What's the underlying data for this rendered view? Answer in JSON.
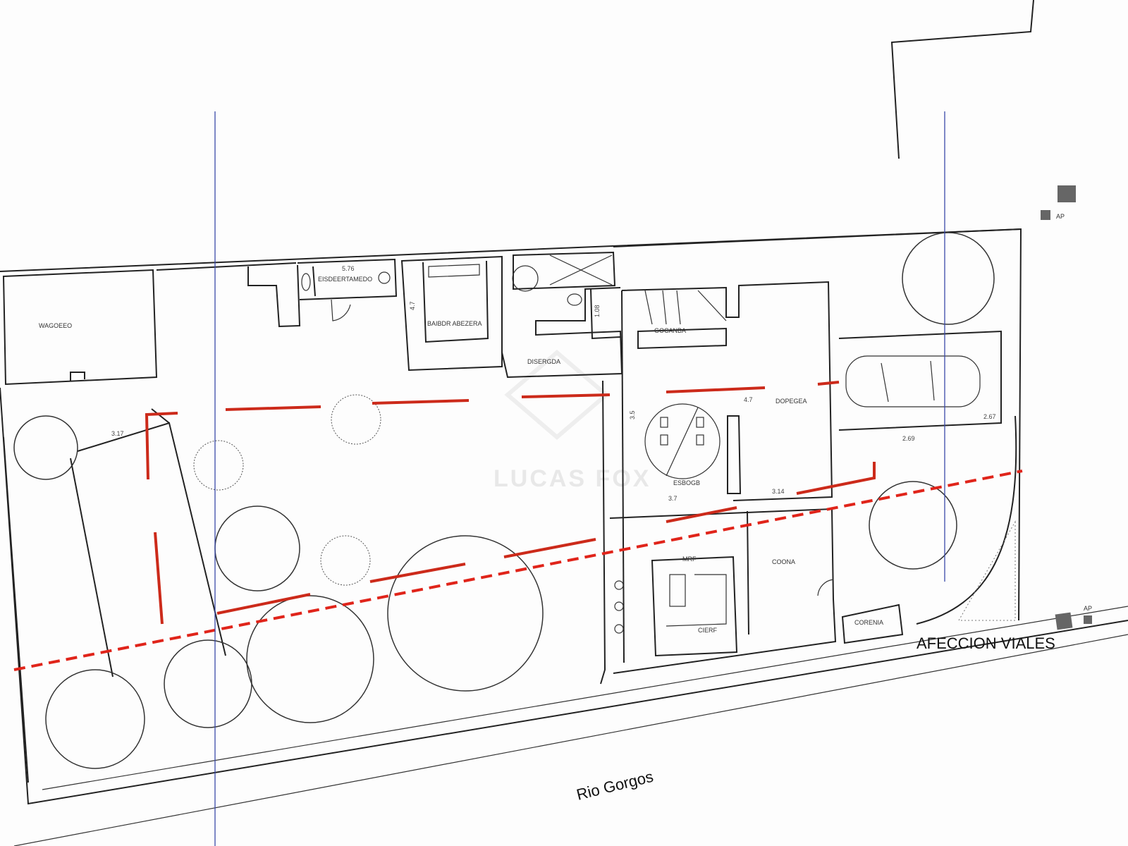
{
  "plan": {
    "rooms": {
      "garage_left": "WAGOEEO",
      "bath_top": "EISDEERTAMEDO",
      "bath_top_dim": "5.76",
      "bedroom": "BAIBDR ABEZERA",
      "hall": "DISERGDA",
      "kitchen_top": "GOCANBA",
      "bedroom_right": "DOPEGEA",
      "dining": "ESBOGB",
      "kitchen": "COONA",
      "living": "CIERF",
      "living_top": "MRF",
      "corner_room": "CORENIA"
    },
    "dimensions": [
      "3.17",
      "2.69",
      "2.67",
      "3.7",
      "3.14",
      "1.08",
      "4.7",
      "3.5"
    ],
    "labels": {
      "road_zone": "AFECCION VIALES",
      "river": "Rio Gorgos",
      "ap_top": "AP",
      "ap_bottom": "AP"
    },
    "watermark": "LUCAS FOX",
    "colors": {
      "walls": "#222222",
      "setback_line": "#e0241a",
      "axis_line": "#3a4aa8"
    }
  }
}
